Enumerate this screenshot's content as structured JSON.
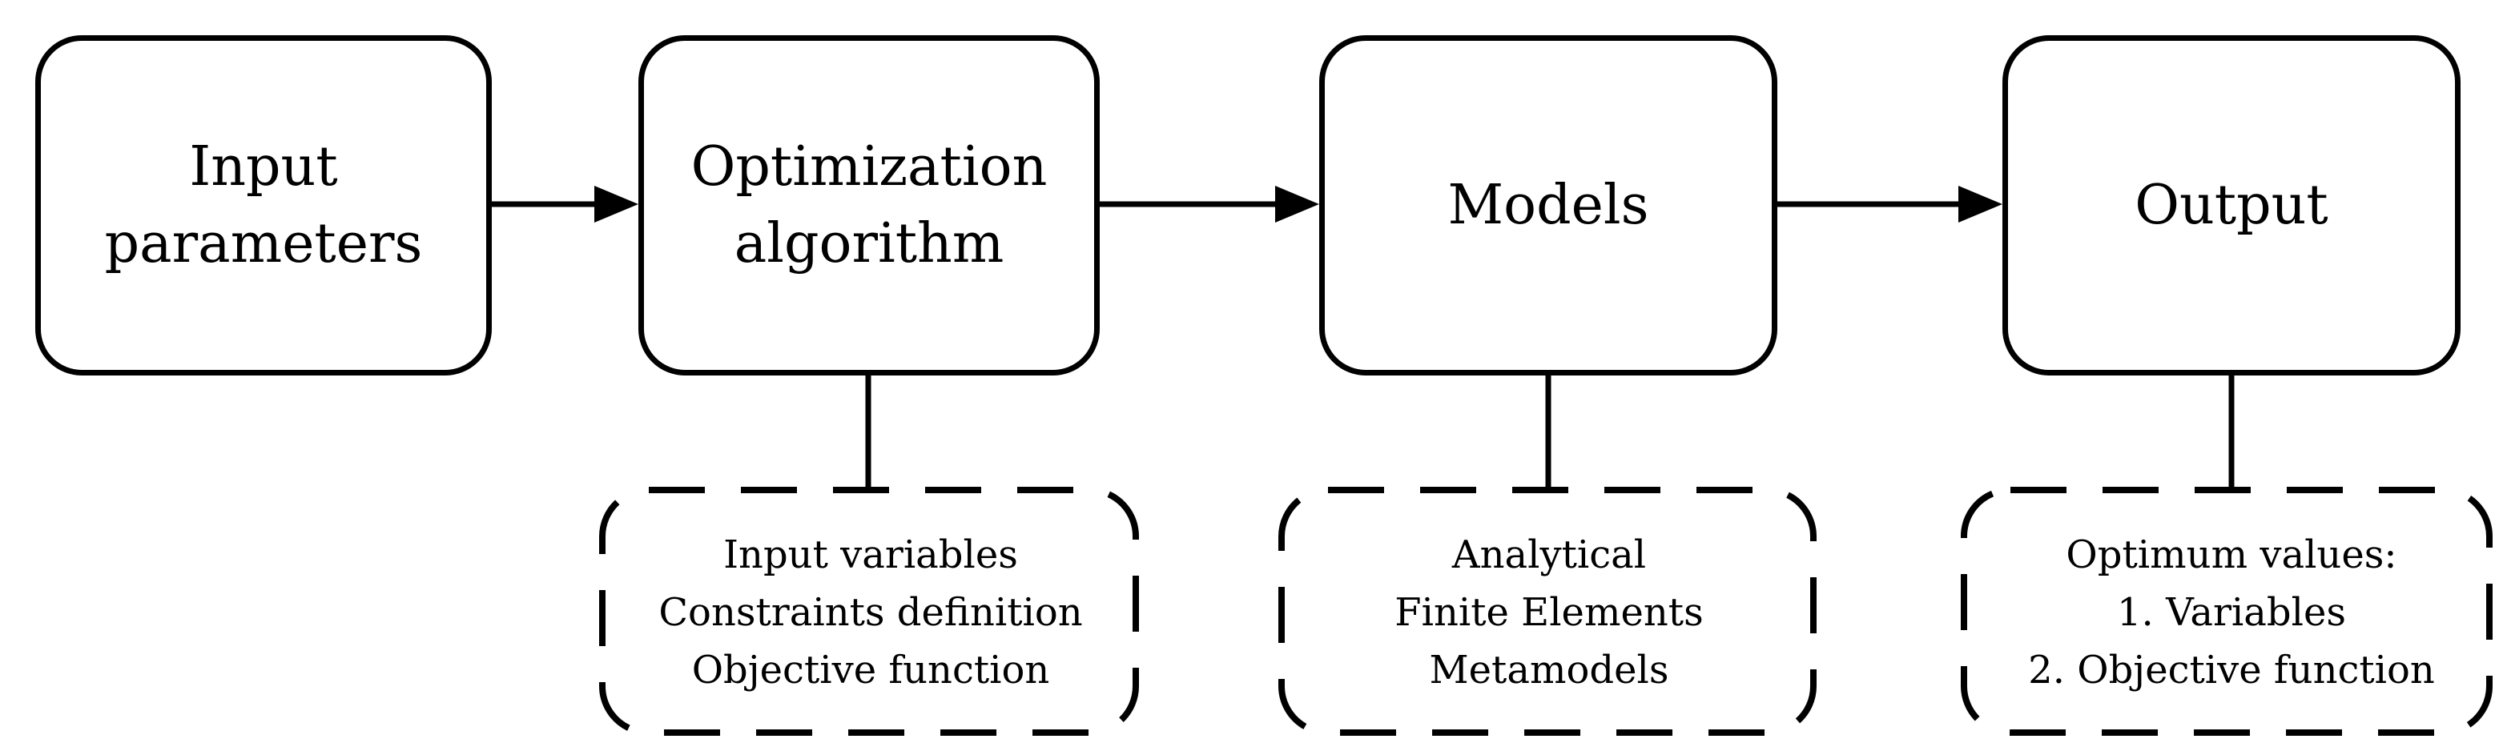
{
  "diagram": {
    "boxes": [
      {
        "id": "input",
        "lines": [
          "Input",
          "parameters"
        ]
      },
      {
        "id": "optim",
        "lines": [
          "Optimization",
          "algorithm"
        ]
      },
      {
        "id": "models",
        "lines": [
          "Models"
        ]
      },
      {
        "id": "output",
        "lines": [
          "Output"
        ]
      }
    ],
    "notes": [
      {
        "id": "optim",
        "lines": [
          "Input variables",
          "Constraints definition",
          "Objective function"
        ]
      },
      {
        "id": "models",
        "lines": [
          "Analytical",
          "Finite Elements",
          "Metamodels"
        ]
      },
      {
        "id": "output",
        "lines": [
          "Optimum values:",
          "1. Variables",
          "2. Objective function"
        ]
      }
    ]
  }
}
